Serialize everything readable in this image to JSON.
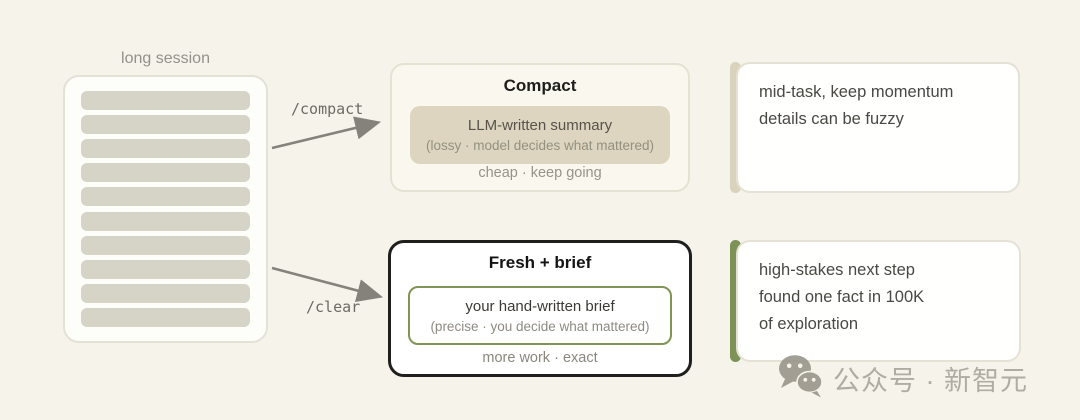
{
  "page": {
    "background_color": "#f5f3ea",
    "arrow_color": "#84827b"
  },
  "session": {
    "label": "long session",
    "line_count": 10,
    "bar_color": "#d5d4c6"
  },
  "arrows": {
    "compact_label": "/compact",
    "clear_label": "/clear"
  },
  "compact_box": {
    "title": "Compact",
    "inner_line1": "LLM-written summary",
    "inner_line2": "(lossy · model decides what mattered)",
    "footer": "cheap · keep going",
    "inner_bg_color": "#ddd5c0"
  },
  "fresh_box": {
    "title": "Fresh + brief",
    "inner_line1": "your hand-written brief",
    "inner_line2": "(precise · you decide what mattered)",
    "footer": "more work · exact",
    "inner_border_color": "#7f9455"
  },
  "compact_note": {
    "accent_color": "#d9d2bc",
    "lines": [
      "mid-task, keep momentum",
      "details can be fuzzy"
    ]
  },
  "clear_note": {
    "accent_color": "#7c9257",
    "lines": [
      "high-stakes next step",
      "found one fact in 100K",
      "of exploration"
    ]
  },
  "watermark": {
    "icon": "wechat-icon",
    "text": "公众号 · 新智元"
  }
}
